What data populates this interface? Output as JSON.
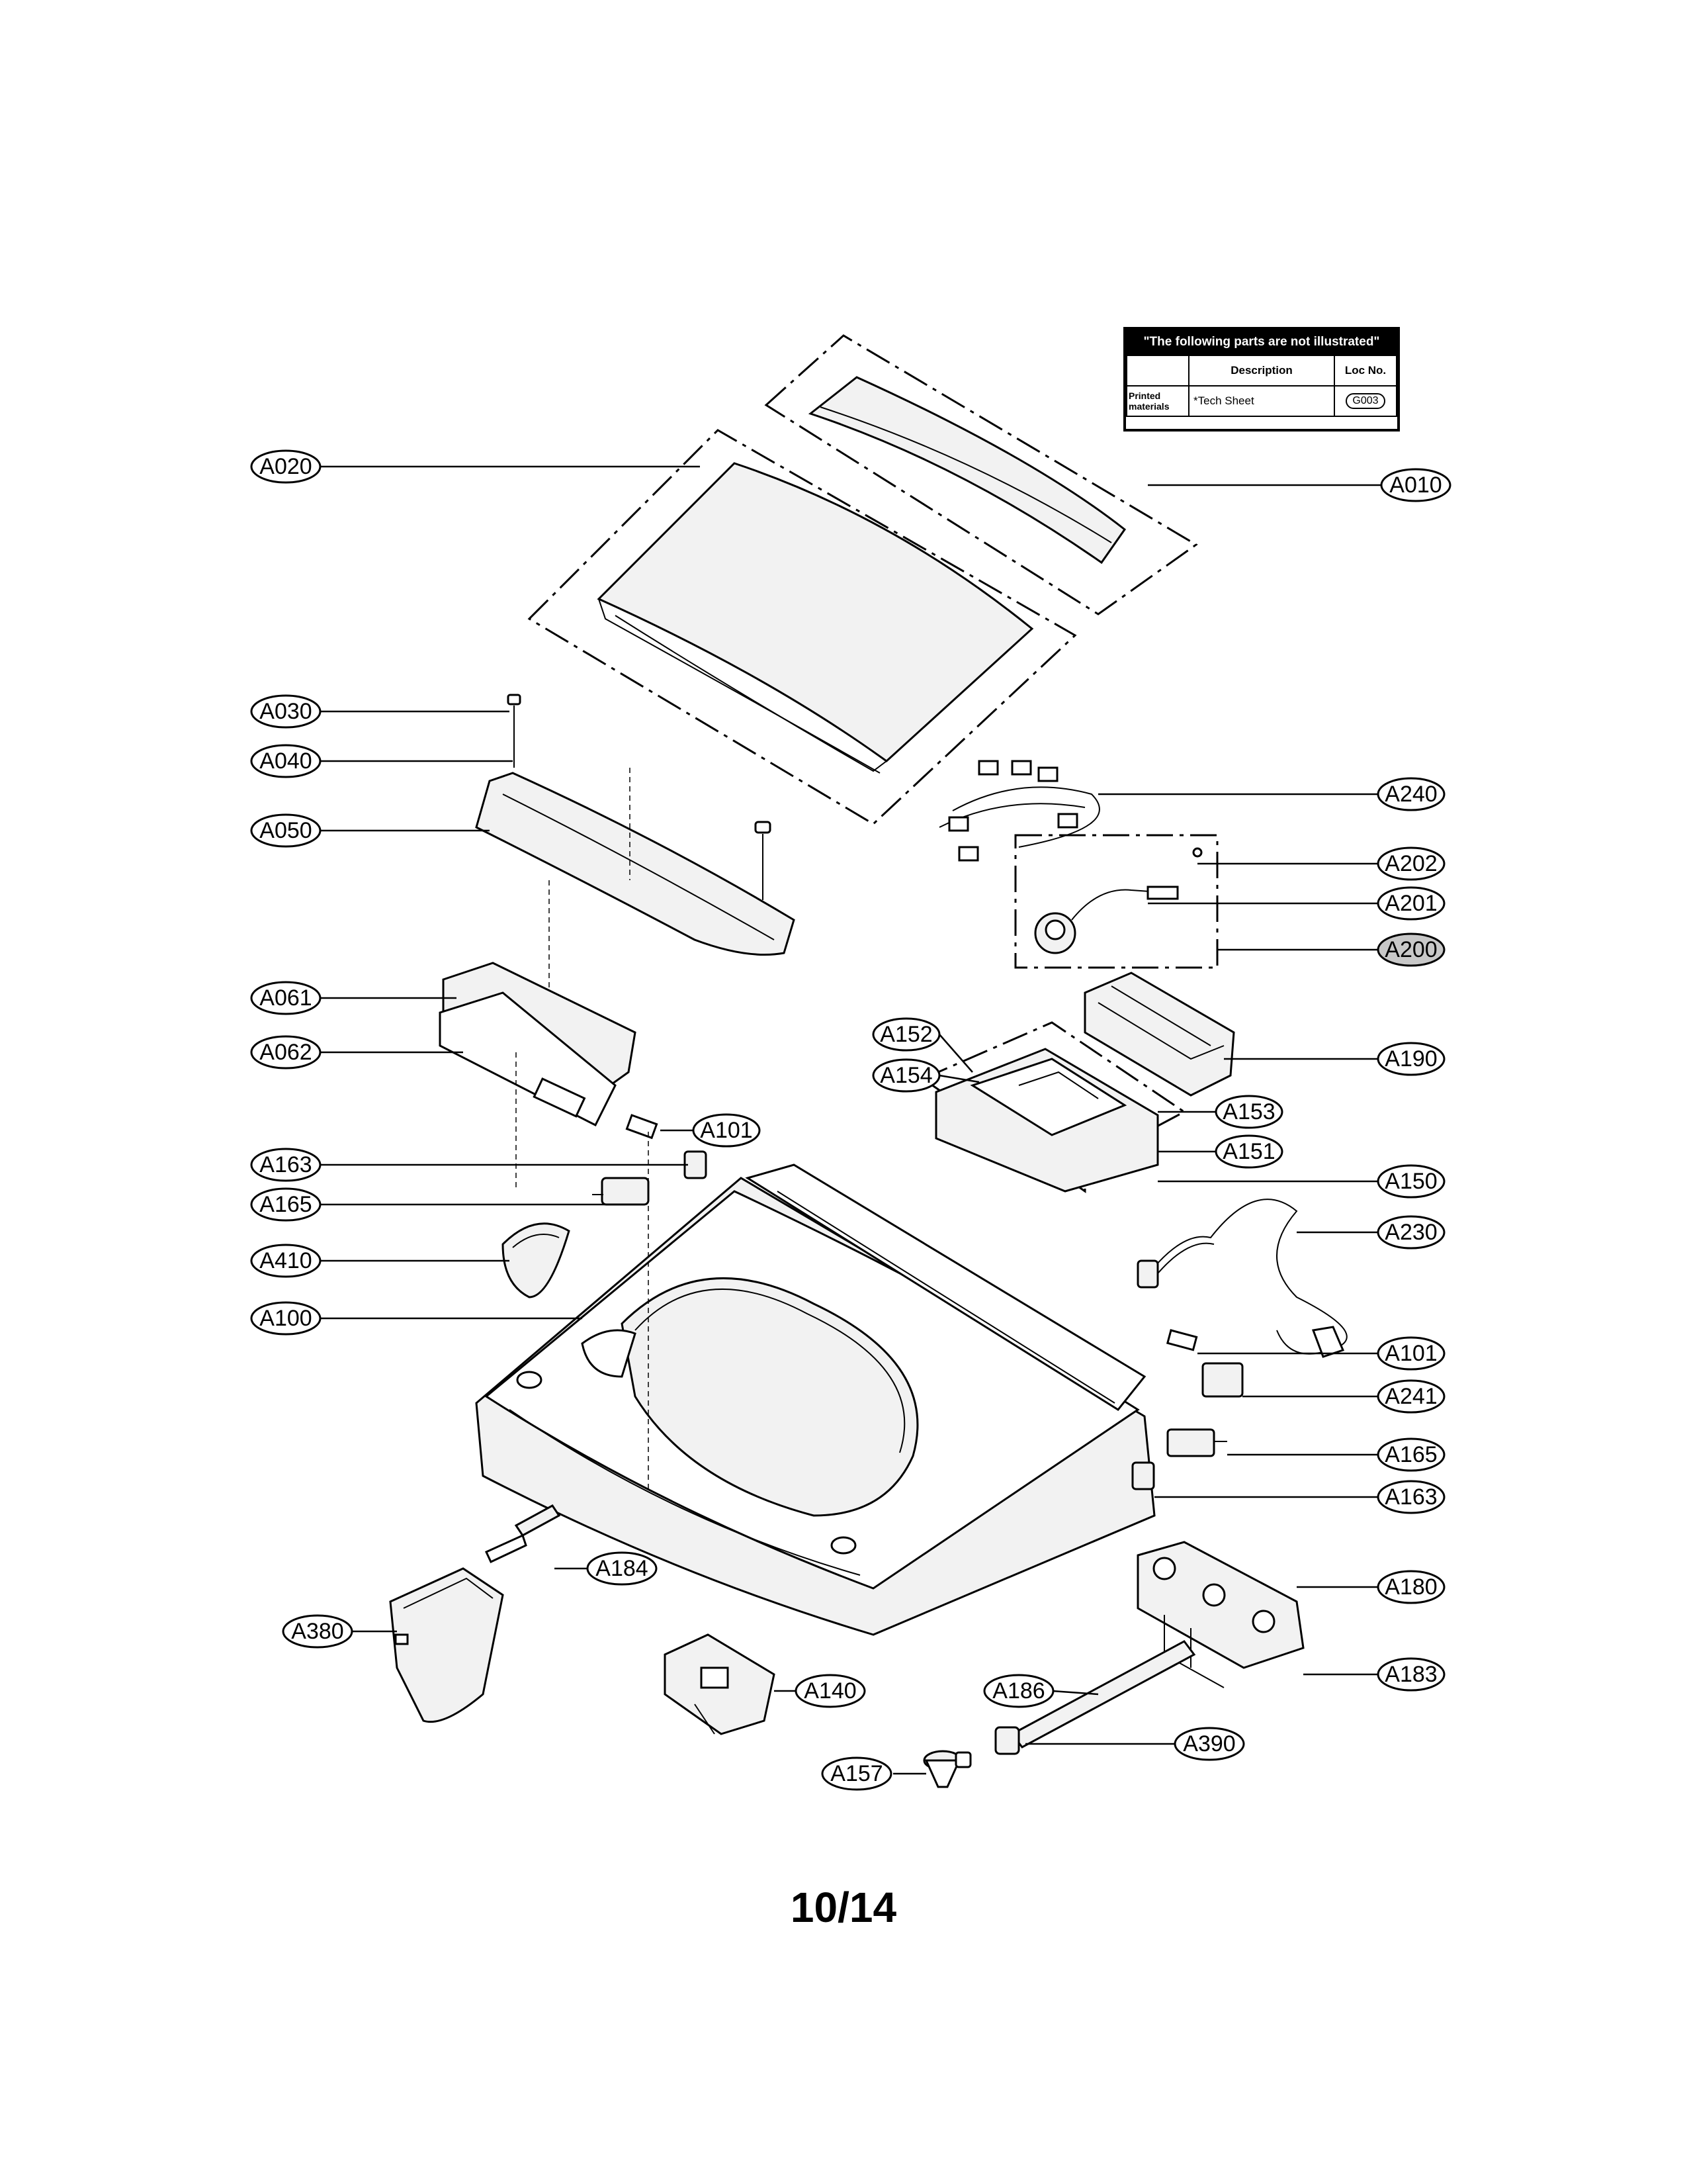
{
  "notice": {
    "title": "\"The following parts are not illustrated\"",
    "col_description": "Description",
    "col_loc": "Loc No.",
    "row_category": "Printed materials",
    "row_description": "*Tech Sheet",
    "row_loc": "G003"
  },
  "labels": [
    "A010",
    "A020",
    "A030",
    "A040",
    "A050",
    "A061",
    "A062",
    "A100",
    "A101",
    "A140",
    "A150",
    "A151",
    "A152",
    "A153",
    "A154",
    "A157",
    "A163",
    "A165",
    "A180",
    "A183",
    "A184",
    "A186",
    "A190",
    "A200",
    "A201",
    "A202",
    "A230",
    "A240",
    "A241",
    "A380",
    "A390",
    "A410"
  ],
  "page_number": "10/14"
}
